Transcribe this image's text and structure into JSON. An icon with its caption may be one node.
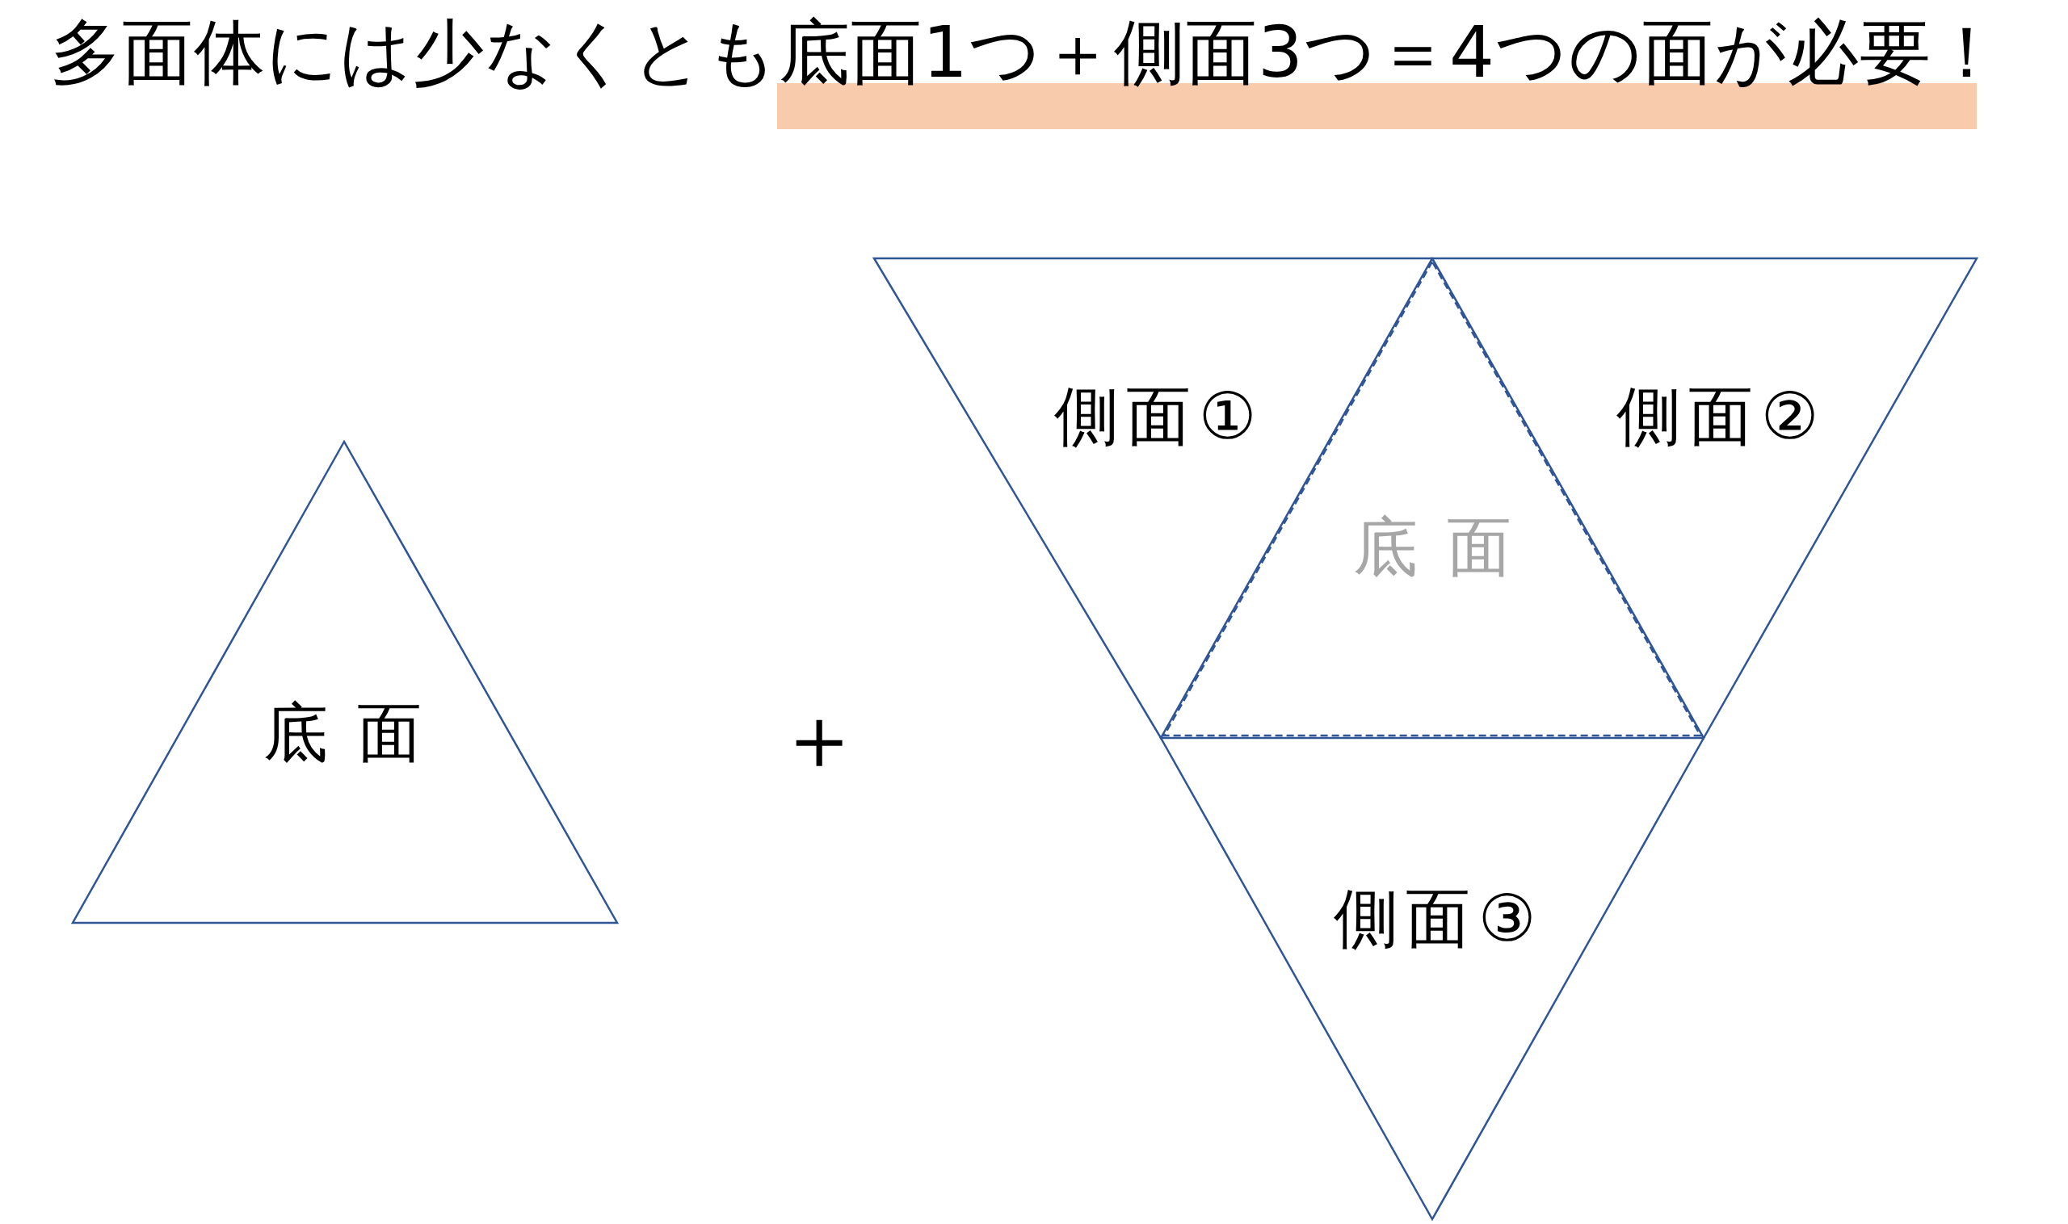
{
  "diagram": {
    "title": "多面体には少なくとも底面1つ＋側面3つ＝4つの面が必要！",
    "nodes": [
      {
        "text": [
          "底面"
        ]
      },
      {
        "text": [
          "側面①"
        ]
      },
      {
        "text": [
          "側面②"
        ]
      },
      {
        "text": [
          "底面"
        ]
      },
      {
        "text": [
          "側面③"
        ]
      }
    ],
    "labels": [
      "＋"
    ]
  }
}
